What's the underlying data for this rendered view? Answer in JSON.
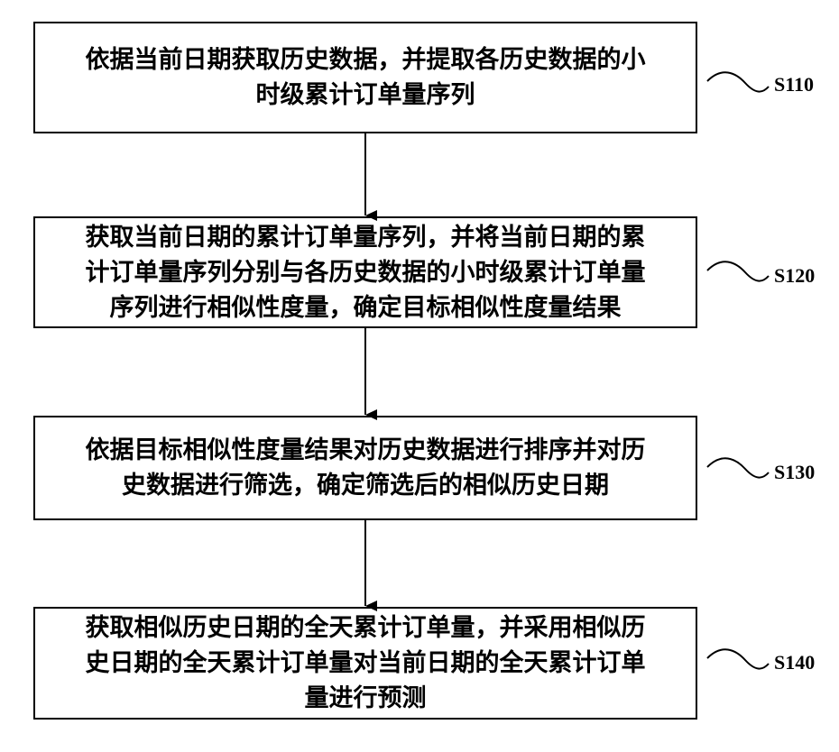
{
  "steps": [
    {
      "id": "S110",
      "lines": [
        "依据当前日期获取历史数据，并提取各历史数据的小",
        "时级累计订单量序列"
      ]
    },
    {
      "id": "S120",
      "lines": [
        "获取当前日期的累计订单量序列，并将当前日期的累",
        "计订单量序列分别与各历史数据的小时级累计订单量",
        "序列进行相似性度量，确定目标相似性度量结果"
      ]
    },
    {
      "id": "S130",
      "lines": [
        "依据目标相似性度量结果对历史数据进行排序并对历",
        "史数据进行筛选，确定筛选后的相似历史日期"
      ]
    },
    {
      "id": "S140",
      "lines": [
        "获取相似历史日期的全天累计订单量，并采用相似历",
        "史日期的全天累计订单量对当前日期的全天累计订单",
        "量进行预测"
      ]
    }
  ]
}
